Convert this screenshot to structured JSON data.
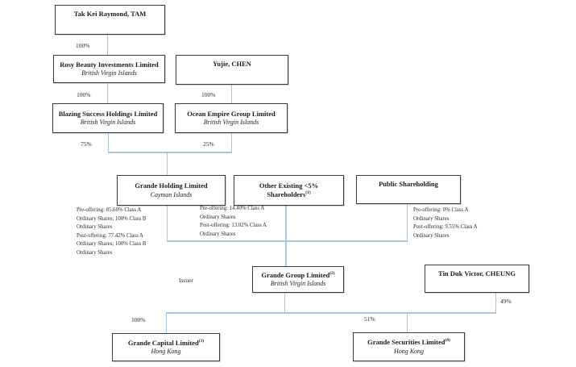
{
  "boxes": {
    "tam": {
      "name": "Tak Kei Raymond, TAM"
    },
    "rosy": {
      "name": "Rosy Beauty Investments Limited",
      "jurisdiction": "British Virgin Islands"
    },
    "yujie": {
      "name": "Yujie, CHEN"
    },
    "blazing": {
      "name": "Blazing Success Holdings Limited",
      "jurisdiction": "British Virgin Islands"
    },
    "ocean": {
      "name": "Ocean Empire Group Limited",
      "jurisdiction": "British Virgin Islands"
    },
    "grande_holding": {
      "name": "Grande Holding Limited",
      "jurisdiction": "Cayman Islands"
    },
    "other_existing": {
      "name_line1": "Other Existing <5%",
      "name_line2": "Shareholders",
      "footnote": "(1)"
    },
    "public_shareholding": {
      "name": "Public Shareholding"
    },
    "grande_group": {
      "name": "Grande Group Limited",
      "footnote": "(2)",
      "jurisdiction": "British Virgin Islands"
    },
    "tin_duk": {
      "name": "Tin Duk Victor, CHEUNG"
    },
    "grande_capital": {
      "name": "Grande Capital Limited",
      "footnote": "(3)",
      "jurisdiction": "Hong Kong"
    },
    "grande_securities": {
      "name": "Grande Securities Limited",
      "footnote": "(4)",
      "jurisdiction": "Hong Kong"
    }
  },
  "ownership_labels": {
    "tam_to_rosy": "100%",
    "rosy_to_blazing": "100%",
    "yujie_to_ocean": "100%",
    "blazing_to_holding": "75%",
    "ocean_to_holding": "25%",
    "issuer": "Issuer",
    "group_to_capital": "100%",
    "group_to_securities": "51%",
    "tinduk_to_securities": "49%"
  },
  "share_notes": {
    "grande_holding": "Pre-offering: 85.60% Class A\nOrdinary Shares; 100% Class B\nOrdinary Shares\nPost-offering: 77.42% Class A\nOrdinary Shares; 100% Class B\nOrdinary Shares",
    "other_existing": "Pre-offering: 14.40% Class A\nOrdinary Shares\nPost-offering: 13.02% Class A\nOrdinary Shares",
    "public_shareholding": "Pre-offering: 0% Class A\nOrdinary Shares\nPost-offering: 9.55% Class A\nOrdinary Shares"
  },
  "colors": {
    "connector": "#a8c6e1",
    "box_border": "#3b3b3b"
  }
}
